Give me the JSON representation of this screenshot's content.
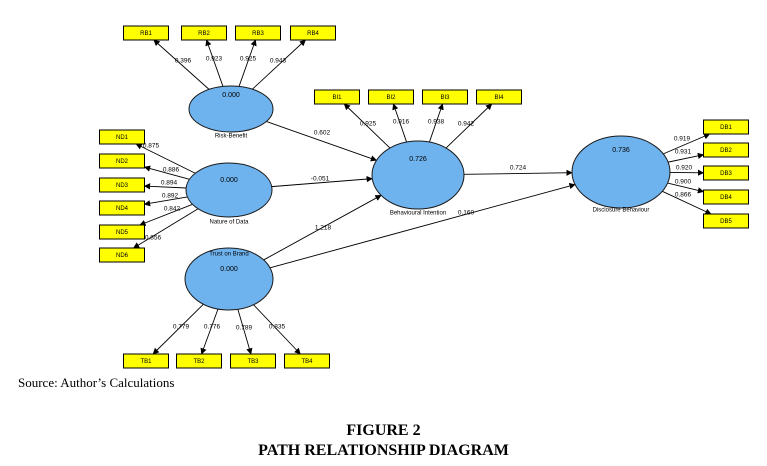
{
  "source_note": "Source: Author’s Calculations",
  "figure": {
    "number": "FIGURE 2",
    "title": "PATH RELATIONSHIP DIAGRAM"
  },
  "colors": {
    "latent_fill": "#6fb3ee",
    "indicator_fill": "#ffff00",
    "stroke": "#000000"
  },
  "latents": [
    {
      "id": "RB",
      "name": "Risk-Benefit",
      "value": "0.000"
    },
    {
      "id": "ND",
      "name": "Nature of Data",
      "value": "0.000"
    },
    {
      "id": "TB",
      "name": "Trust on Brand",
      "value": "0.000"
    },
    {
      "id": "BI",
      "name": "Behavioural Intention",
      "value": "0.726"
    },
    {
      "id": "DB",
      "name": "Disclosure Behaviour",
      "value": "0.736"
    }
  ],
  "indicators": {
    "RB": [
      {
        "name": "RB1",
        "loading": "0.396"
      },
      {
        "name": "RB2",
        "loading": "0.923"
      },
      {
        "name": "RB3",
        "loading": "0.925"
      },
      {
        "name": "RB4",
        "loading": "0.943"
      }
    ],
    "BI": [
      {
        "name": "BI1",
        "loading": "0.925"
      },
      {
        "name": "BI2",
        "loading": "0.916"
      },
      {
        "name": "BI3",
        "loading": "0.938"
      },
      {
        "name": "BI4",
        "loading": "0.942"
      }
    ],
    "ND": [
      {
        "name": "ND1",
        "loading": "0.875"
      },
      {
        "name": "ND2",
        "loading": "0.886"
      },
      {
        "name": "ND3",
        "loading": "0.894"
      },
      {
        "name": "ND4",
        "loading": "0.892"
      },
      {
        "name": "ND5",
        "loading": "0.842"
      },
      {
        "name": "ND6",
        "loading": "0.856"
      }
    ],
    "TB": [
      {
        "name": "TB1",
        "loading": "0.779"
      },
      {
        "name": "TB2",
        "loading": "0.776"
      },
      {
        "name": "TB3",
        "loading": "0.789"
      },
      {
        "name": "TB4",
        "loading": "0.835"
      }
    ],
    "DB": [
      {
        "name": "DB1",
        "loading": "0.919"
      },
      {
        "name": "DB2",
        "loading": "0.931"
      },
      {
        "name": "DB3",
        "loading": "0.920"
      },
      {
        "name": "DB4",
        "loading": "0.900"
      },
      {
        "name": "DB5",
        "loading": "0.866"
      }
    ]
  },
  "paths": [
    {
      "from": "RB",
      "to": "BI",
      "coefficient": "0.602"
    },
    {
      "from": "ND",
      "to": "BI",
      "coefficient": "-0.051"
    },
    {
      "from": "TB",
      "to": "BI",
      "coefficient": "1.218"
    },
    {
      "from": "TB",
      "to": "DB",
      "coefficient": "0.160"
    },
    {
      "from": "BI",
      "to": "DB",
      "coefficient": "0.724"
    }
  ]
}
